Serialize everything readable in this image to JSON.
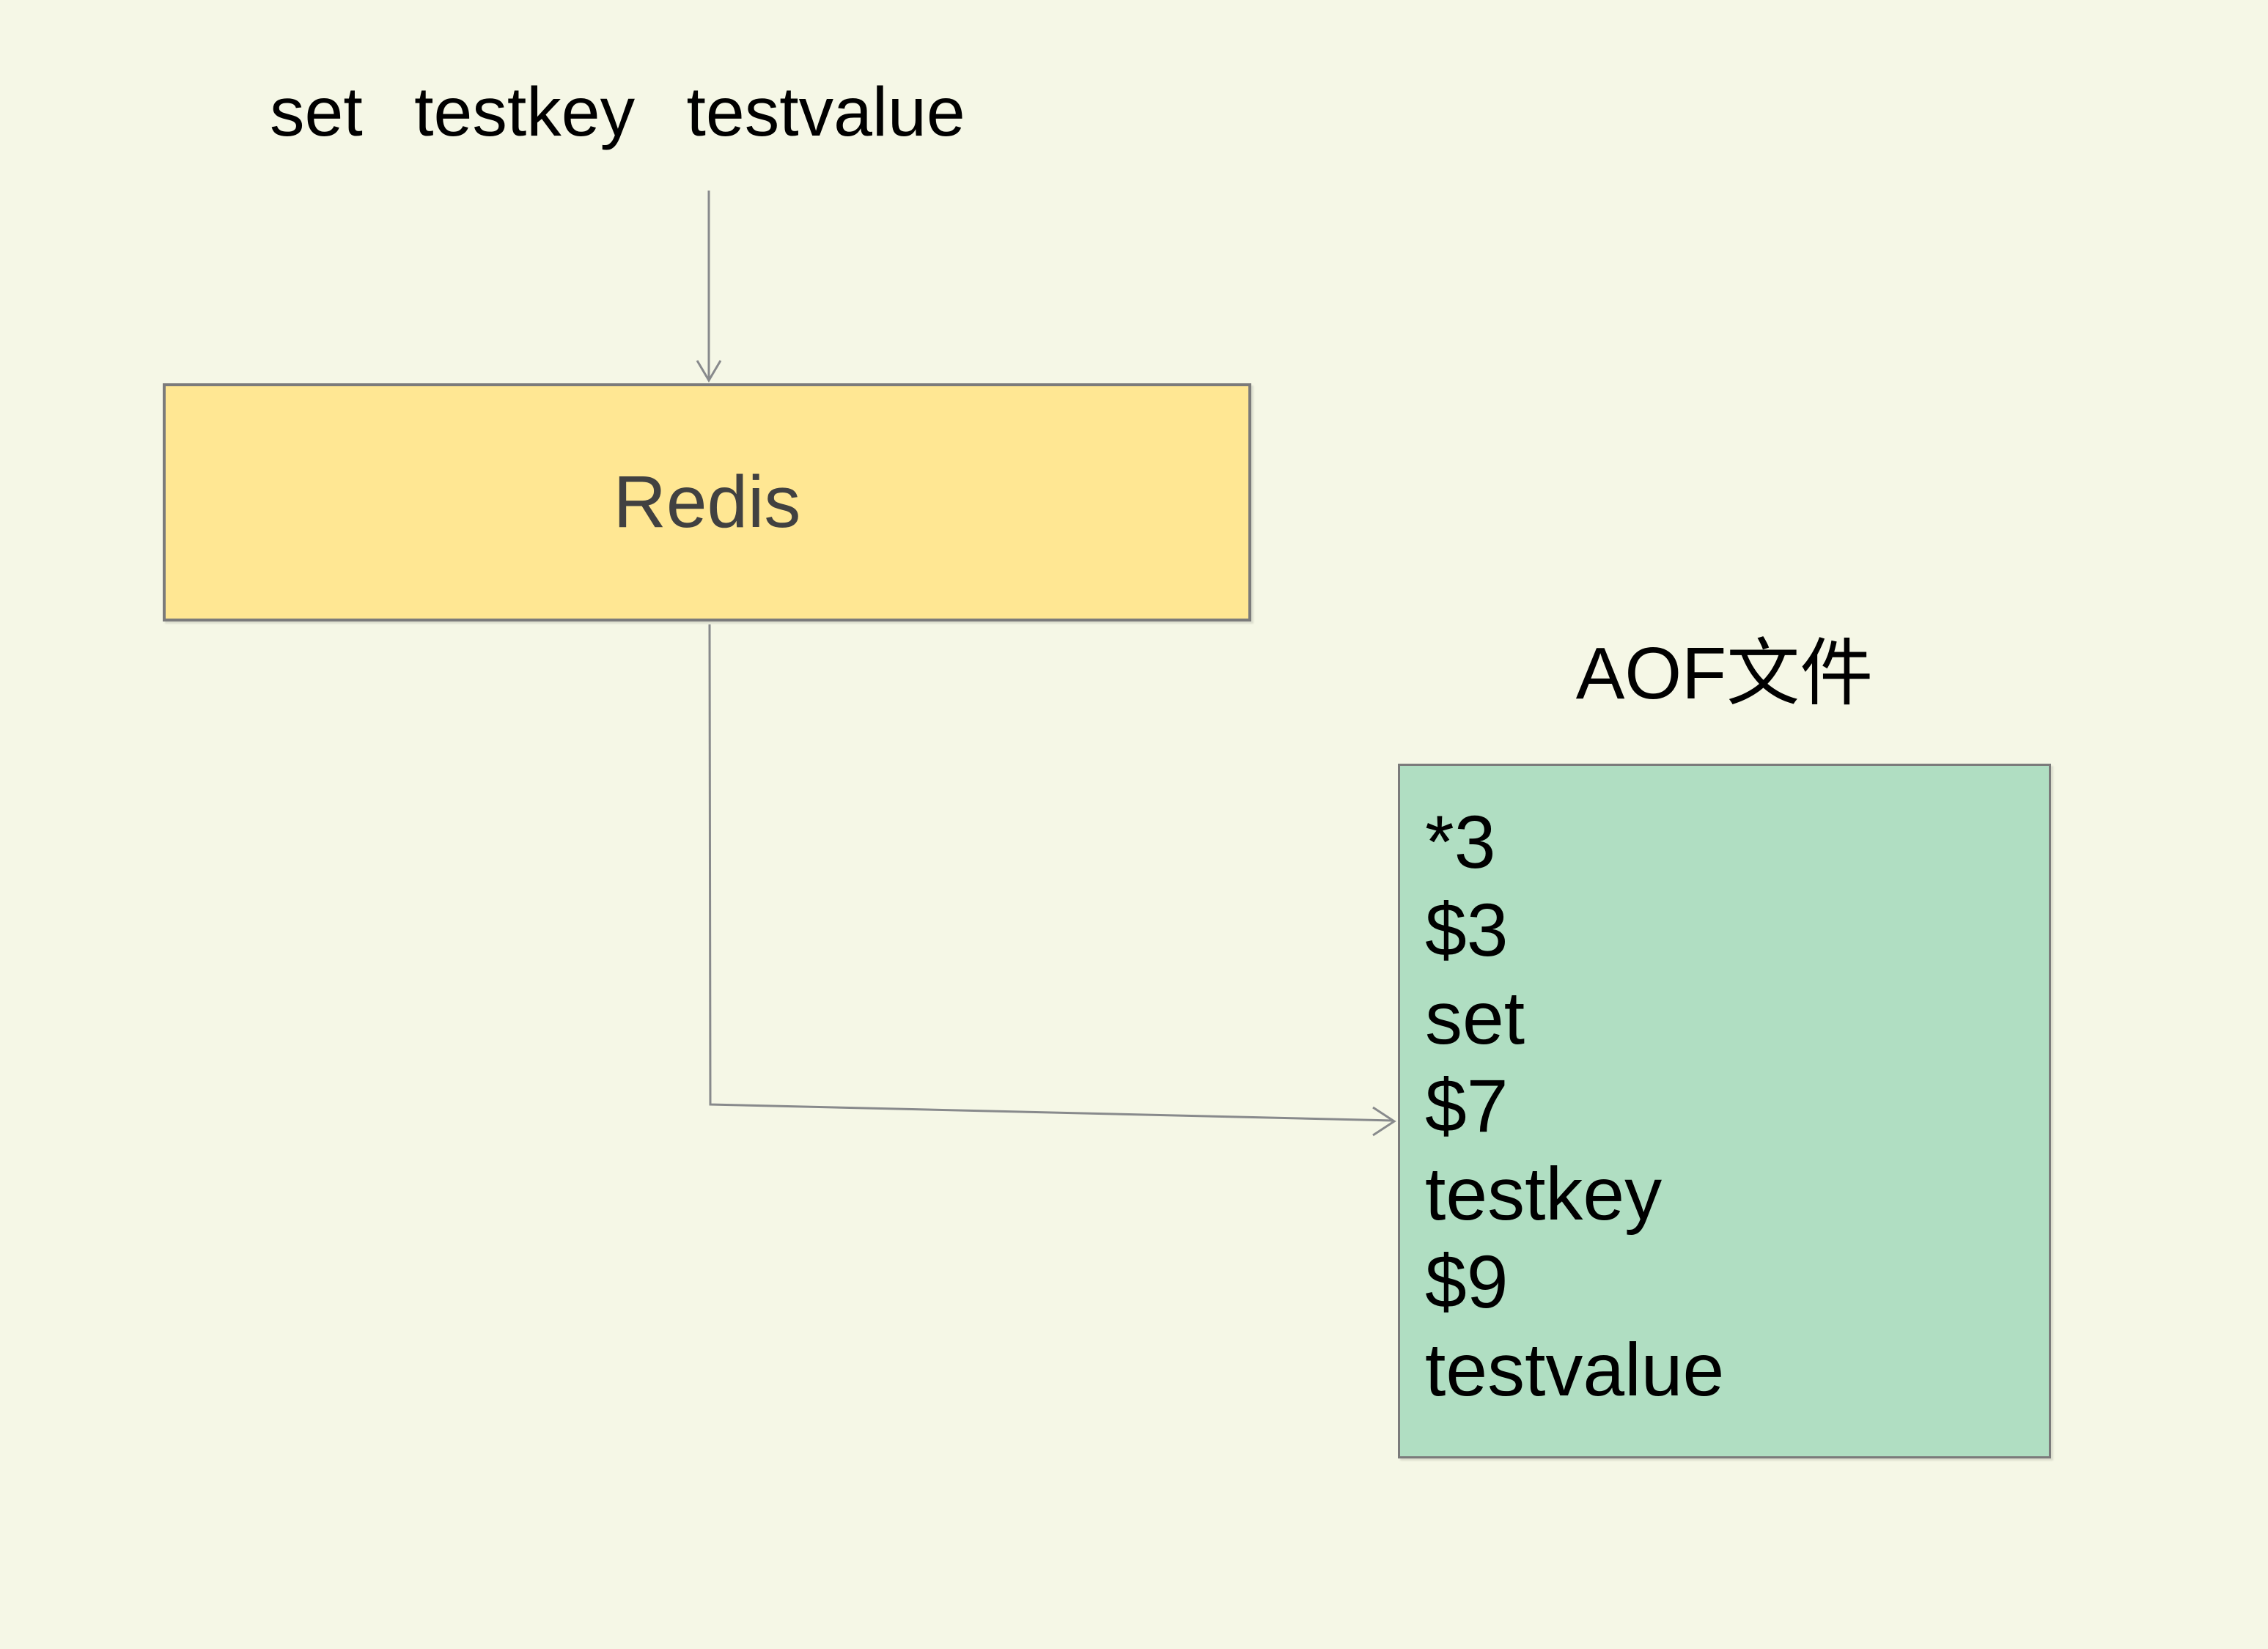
{
  "colors": {
    "bg": "#f5f7e6",
    "redis-fill": "#ffe793",
    "aof-fill": "#b0dec2",
    "box-border": "#7b7b7b",
    "connector": "#888a8c",
    "redis-text": "#414141",
    "text": "#000000"
  },
  "command": {
    "text": "set testkey testvalue"
  },
  "redis": {
    "label": "Redis"
  },
  "aof": {
    "title": "AOF文件",
    "lines": [
      "*3",
      "$3",
      "set",
      "$7",
      "testkey",
      "$9",
      "testvalue"
    ]
  }
}
